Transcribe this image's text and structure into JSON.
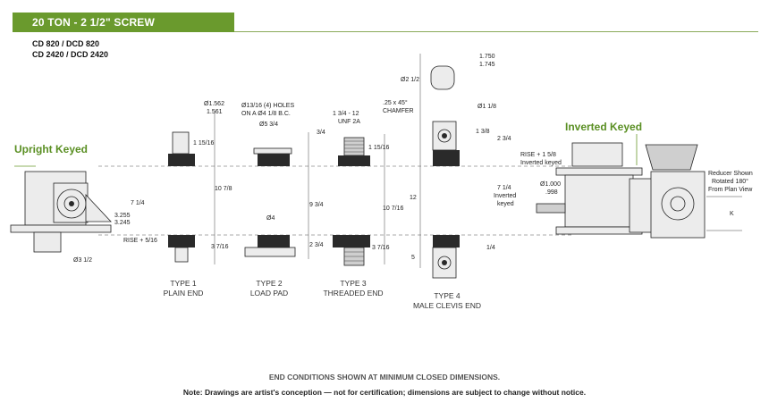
{
  "header": {
    "title": "20 TON - 2 1/2\" SCREW",
    "models": [
      "CD 820 / DCD 820",
      "CD 2420 / DCD 2420"
    ]
  },
  "sections": {
    "upright": "Upright Keyed",
    "inverted": "Inverted Keyed"
  },
  "types": [
    {
      "name": "TYPE 1",
      "desc": "PLAIN END"
    },
    {
      "name": "TYPE 2",
      "desc": "LOAD PAD"
    },
    {
      "name": "TYPE 3",
      "desc": "THREADED END"
    },
    {
      "name": "TYPE 4",
      "desc": "MALE CLEVIS END"
    }
  ],
  "dims": {
    "upright_7_14": "7 1/4",
    "upright_3255": "3.255",
    "upright_3245": "3.245",
    "rise_516": "RISE + 5/16",
    "d3_12": "Ø3 1/2",
    "t1_d1562": "Ø1.562",
    "t1_d1561": "1.561",
    "t1_115_16": "1 15/16",
    "t1_10_78": "10 7/8",
    "t1_3_716": "3 7/16",
    "t2_holes_1": "Ø13/16 (4) HOLES",
    "t2_holes_2": "ON A Ø4 1/8 B.C.",
    "t2_d5_34": "Ø5 3/4",
    "t2_3_34": "3/4",
    "t2_9_34": "9 3/4",
    "t2_2_34": "2 3/4",
    "t2_d4": "Ø4",
    "t3_thread1": "1 3/4 - 12",
    "t3_thread2": "UNF 2A",
    "t3_115_16": "1 15/16",
    "t3_10_716": "10 7/16",
    "t3_3_716": "3 7/16",
    "t4_chamfer1": ".25 x 45°",
    "t4_chamfer2": "CHAMFER",
    "t4_1750": "1.750",
    "t4_1745": "1.745",
    "t4_d2_12": "Ø2 1/2",
    "t4_d1_18": "Ø1 1/8",
    "t4_1_38": "1 3/8",
    "t4_2_34": "2 3/4",
    "t4_12": "12",
    "t4_5": "5",
    "t4_14": "1/4",
    "inv_rise1": "RISE + 1 5/8",
    "inv_rise2": "Inverted keyed",
    "inv_7_14": "7 1/4",
    "inv_inverted": "Inverted",
    "inv_keyed": "keyed",
    "inv_d1000": "Ø1.000",
    "inv_998": ".998",
    "reducer1": "Reducer Shown",
    "reducer2": "Rotated 180°",
    "reducer3": "From Plan View",
    "k": "K"
  },
  "footer": {
    "note1": "END CONDITIONS SHOWN AT MINIMUM CLOSED DIMENSIONS.",
    "note2": "Note: Drawings are artist's conception — not for certification; dimensions are subject to change without notice."
  },
  "colors": {
    "accent": "#6a9a2d"
  }
}
